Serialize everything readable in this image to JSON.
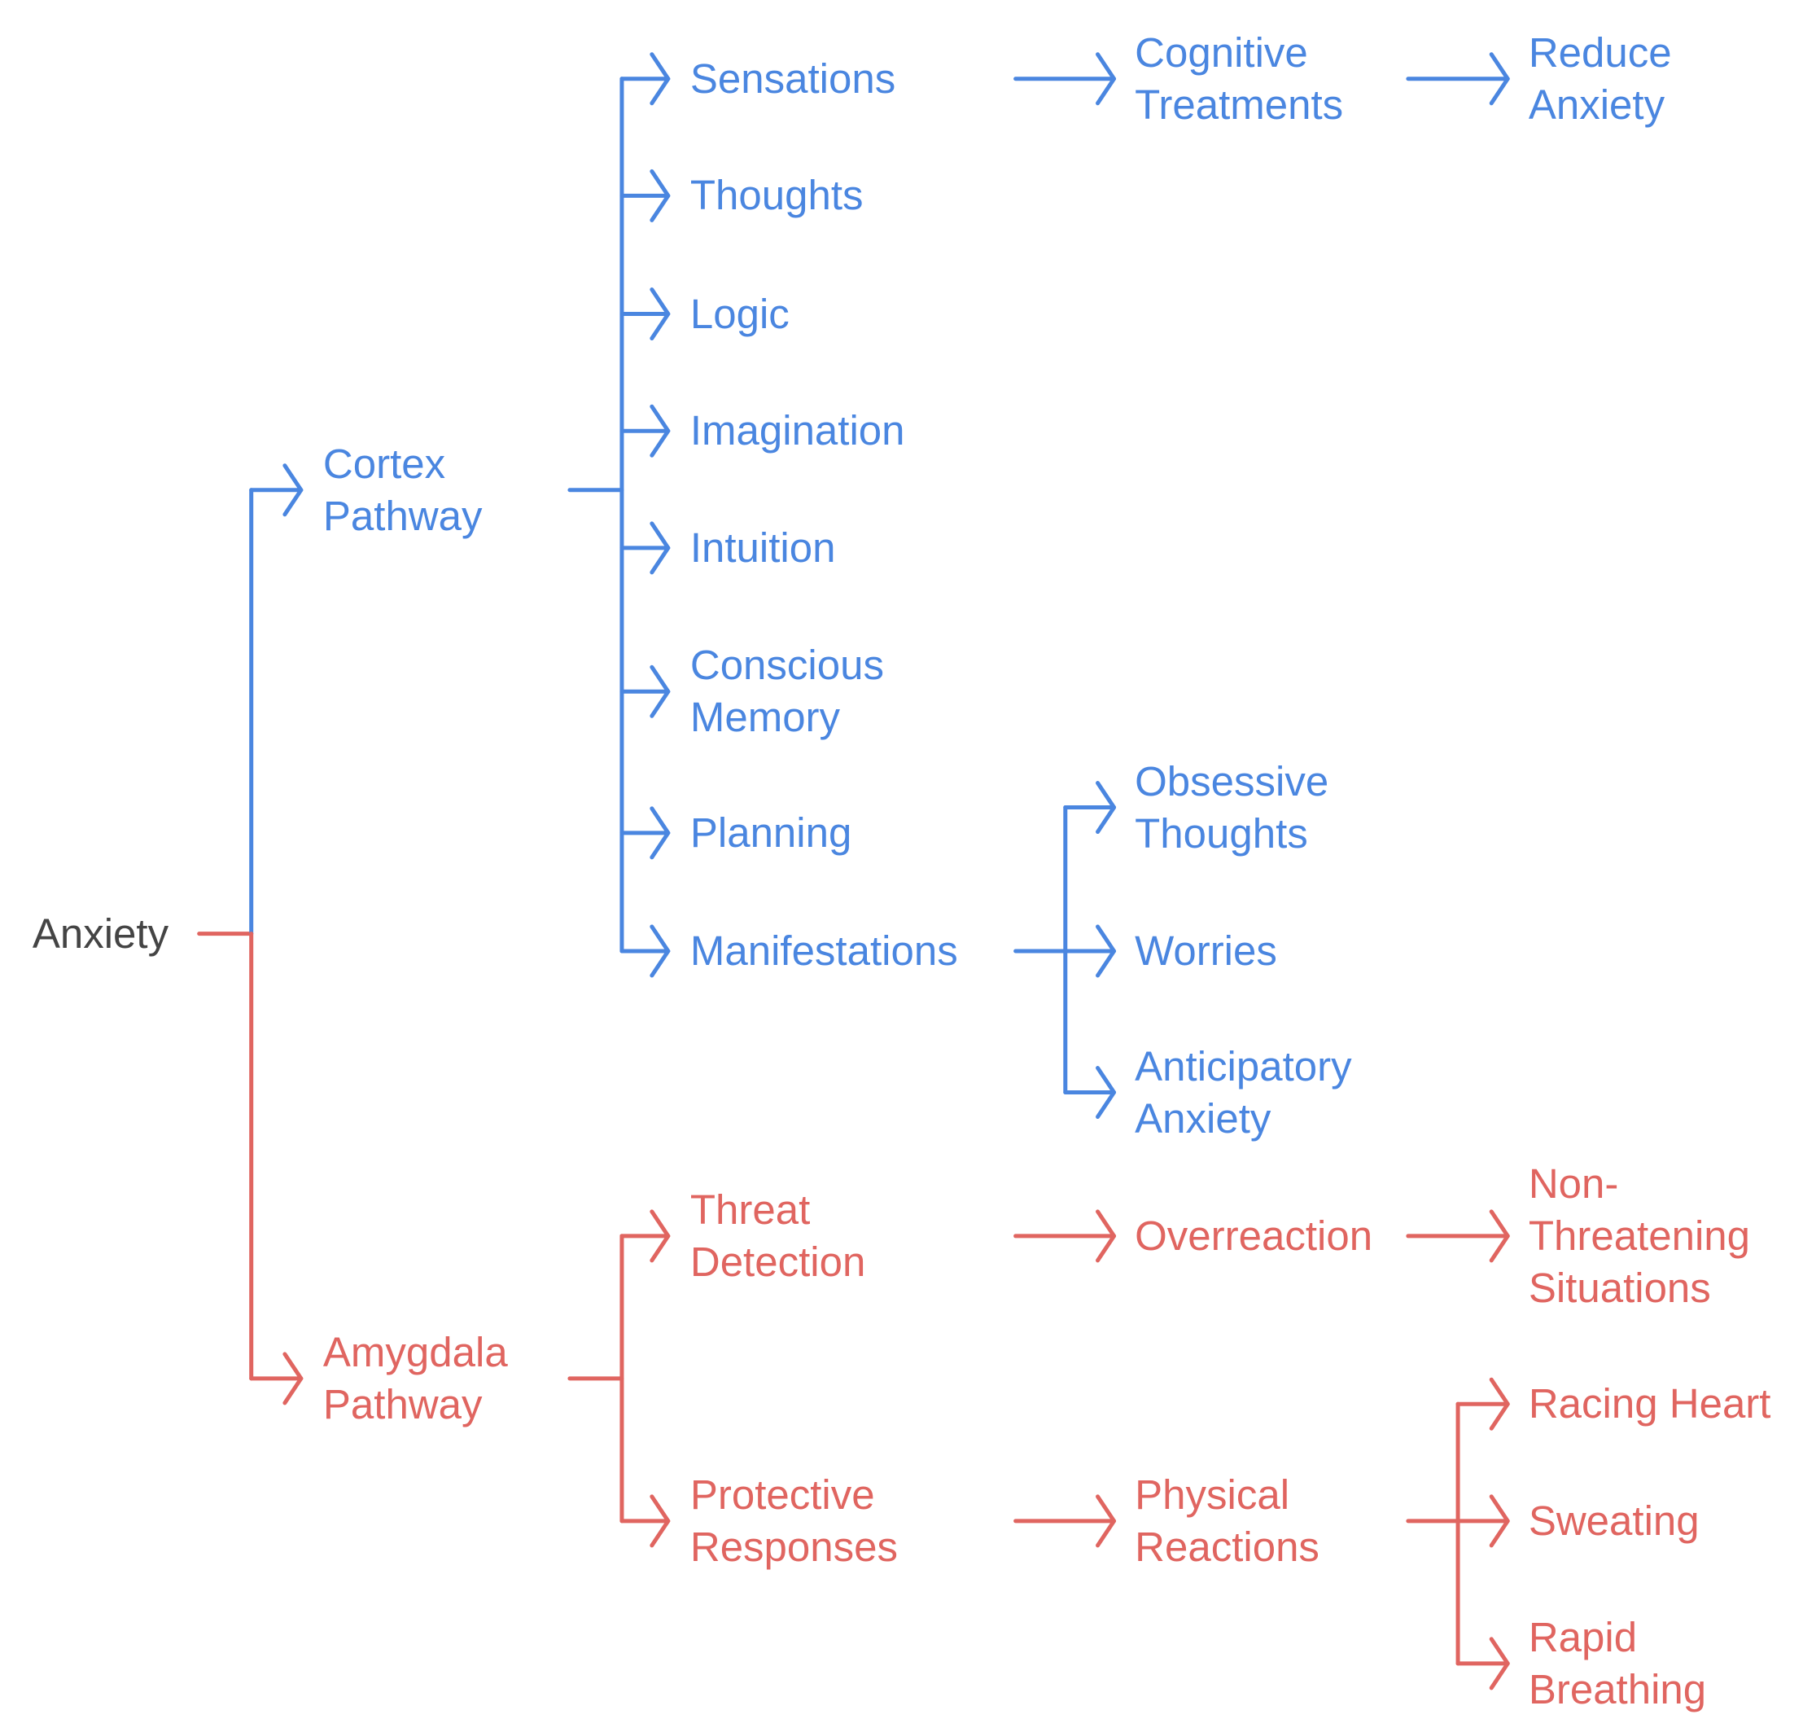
{
  "colors": {
    "root": "#444444",
    "cortex": "#4A86E0",
    "amygdala": "#E06560"
  },
  "root": {
    "label": [
      "Anxiety"
    ]
  },
  "branches": [
    {
      "id": "cortex",
      "label": [
        "Cortex",
        "Pathway"
      ],
      "color_key": "cortex",
      "children": [
        {
          "label": [
            "Sensations"
          ],
          "next": [
            {
              "label": [
                "Cognitive",
                "Treatments"
              ],
              "next": [
                {
                  "label": [
                    "Reduce",
                    "Anxiety"
                  ]
                }
              ]
            }
          ]
        },
        {
          "label": [
            "Thoughts"
          ]
        },
        {
          "label": [
            "Logic"
          ]
        },
        {
          "label": [
            "Imagination"
          ]
        },
        {
          "label": [
            "Intuition"
          ]
        },
        {
          "label": [
            "Conscious",
            "Memory"
          ]
        },
        {
          "label": [
            "Planning"
          ]
        },
        {
          "label": [
            "Manifestations"
          ],
          "next": [
            {
              "label": [
                "Obsessive",
                "Thoughts"
              ]
            },
            {
              "label": [
                "Worries"
              ]
            },
            {
              "label": [
                "Anticipatory",
                "Anxiety"
              ]
            }
          ]
        }
      ]
    },
    {
      "id": "amygdala",
      "label": [
        "Amygdala",
        "Pathway"
      ],
      "color_key": "amygdala",
      "children": [
        {
          "label": [
            "Threat",
            "Detection"
          ],
          "next": [
            {
              "label": [
                "Overreaction"
              ],
              "next": [
                {
                  "label": [
                    "Non-",
                    "Threatening",
                    "Situations"
                  ]
                }
              ]
            }
          ]
        },
        {
          "label": [
            "Protective",
            "Responses"
          ],
          "next": [
            {
              "label": [
                "Physical",
                "Reactions"
              ],
              "next": [
                {
                  "label": [
                    "Racing Heart"
                  ]
                },
                {
                  "label": [
                    "Sweating"
                  ]
                },
                {
                  "label": [
                    "Rapid",
                    "Breathing"
                  ]
                }
              ]
            }
          ]
        }
      ]
    }
  ]
}
